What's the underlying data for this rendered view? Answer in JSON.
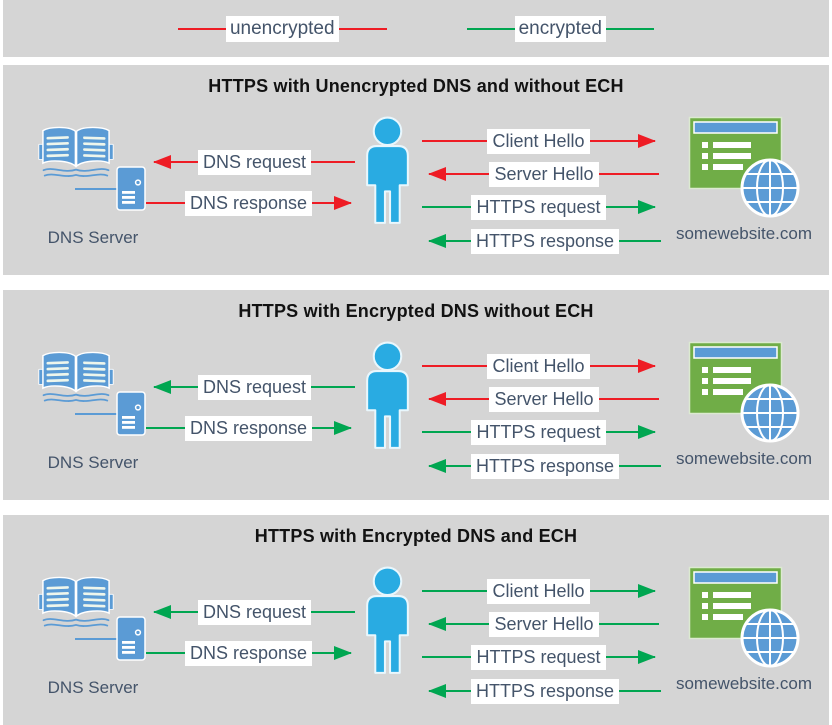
{
  "colors": {
    "unencrypted_red": "#ee1c25",
    "encrypted_green": "#00a651",
    "icon_blue": "#5b9bd5",
    "website_green": "#70ad47",
    "person_blue": "#29abe2",
    "label_text": "#44546a",
    "panel_bg": "#d5d5d5"
  },
  "legend": {
    "unencrypted_label": "unencrypted",
    "encrypted_label": "encrypted"
  },
  "panels": [
    {
      "title": "HTTPS with Unencrypted DNS and without ECH",
      "dns_server_label": "DNS Server",
      "website_label": "somewebsite.com",
      "arrows": {
        "dns_request": {
          "label": "DNS request",
          "color": "red",
          "direction": "left"
        },
        "dns_response": {
          "label": "DNS response",
          "color": "red",
          "direction": "right"
        },
        "client_hello": {
          "label": "Client Hello",
          "color": "red",
          "direction": "right"
        },
        "server_hello": {
          "label": "Server Hello",
          "color": "red",
          "direction": "left"
        },
        "https_request": {
          "label": "HTTPS request",
          "color": "green",
          "direction": "right"
        },
        "https_response": {
          "label": "HTTPS response",
          "color": "green",
          "direction": "left"
        }
      }
    },
    {
      "title": "HTTPS with Encrypted DNS without ECH",
      "dns_server_label": "DNS Server",
      "website_label": "somewebsite.com",
      "arrows": {
        "dns_request": {
          "label": "DNS request",
          "color": "green",
          "direction": "left"
        },
        "dns_response": {
          "label": "DNS response",
          "color": "green",
          "direction": "right"
        },
        "client_hello": {
          "label": "Client Hello",
          "color": "red",
          "direction": "right"
        },
        "server_hello": {
          "label": "Server Hello",
          "color": "red",
          "direction": "left"
        },
        "https_request": {
          "label": "HTTPS request",
          "color": "green",
          "direction": "right"
        },
        "https_response": {
          "label": "HTTPS response",
          "color": "green",
          "direction": "left"
        }
      }
    },
    {
      "title": "HTTPS with Encrypted DNS and ECH",
      "dns_server_label": "DNS Server",
      "website_label": "somewebsite.com",
      "arrows": {
        "dns_request": {
          "label": "DNS request",
          "color": "green",
          "direction": "left"
        },
        "dns_response": {
          "label": "DNS response",
          "color": "green",
          "direction": "right"
        },
        "client_hello": {
          "label": "Client Hello",
          "color": "green",
          "direction": "right"
        },
        "server_hello": {
          "label": "Server Hello",
          "color": "green",
          "direction": "left"
        },
        "https_request": {
          "label": "HTTPS request",
          "color": "green",
          "direction": "right"
        },
        "https_response": {
          "label": "HTTPS response",
          "color": "green",
          "direction": "left"
        }
      }
    }
  ]
}
